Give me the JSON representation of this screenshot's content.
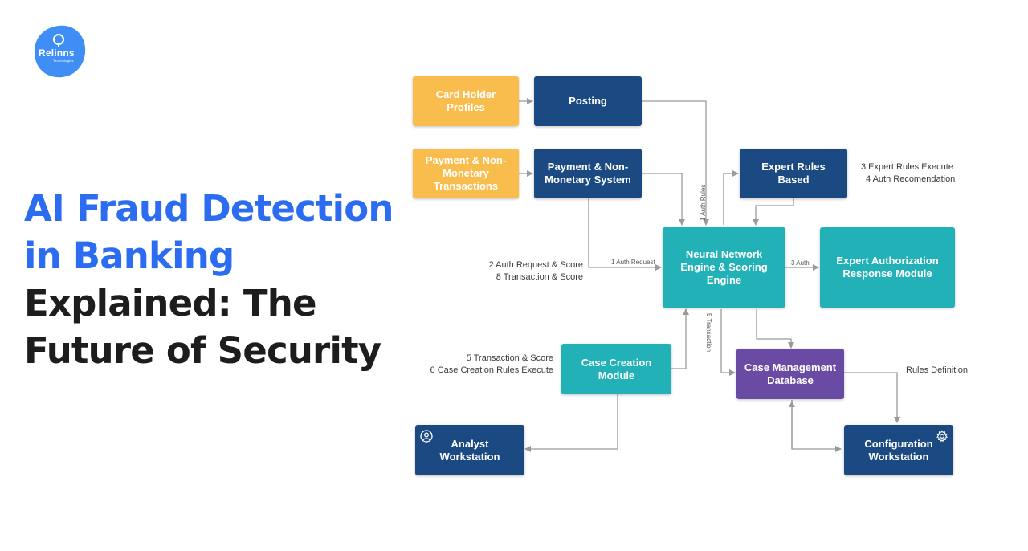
{
  "brand": {
    "name": "Relinns",
    "tagline": "Technologies",
    "color": "#3e8ef5"
  },
  "headline": {
    "line1": "AI Fraud Detection",
    "line2": "in Banking",
    "line3": "Explained: The",
    "line4": "Future of Security",
    "accent_color": "#2b6cf0",
    "text_color": "#1d1d1d"
  },
  "diagram": {
    "boxes": {
      "card_holder_profiles": "Card Holder Profiles",
      "posting": "Posting",
      "payment_transactions": "Payment & Non-Monetary Transactions",
      "payment_system": "Payment & Non-Monetary System",
      "expert_rules": "Expert Rules Based",
      "neural_engine": "Neural Network Engine & Scoring Engine",
      "expert_auth": "Expert Authorization Response Module",
      "case_creation": "Case Creation Module",
      "case_management": "Case Management Database",
      "analyst_workstation": "Analyst Workstation",
      "configuration_workstation": "Configuration Workstation"
    },
    "notes": {
      "expert_rules_line1": "3 Expert Rules Execute",
      "expert_rules_line2": "4 Auth Recomendation",
      "auth_line1": "2 Auth Request & Score",
      "auth_line2": "8 Transaction & Score",
      "case_line1": "5 Transaction & Score",
      "case_line2": "6 Case Creation Rules Execute",
      "rules_definition": "Rules Definition"
    },
    "arrow_labels": {
      "auth_request": "1 Auth Request",
      "auth": "3 Auth",
      "vertical_top": "1 Auth Rules",
      "vertical_bottom": "5 Transaction"
    },
    "colors": {
      "yellow": "#f9bd4d",
      "navy": "#1b4a82",
      "teal": "#22b1b6",
      "purple": "#6a4ba4",
      "connector": "#9a9a9a"
    }
  }
}
